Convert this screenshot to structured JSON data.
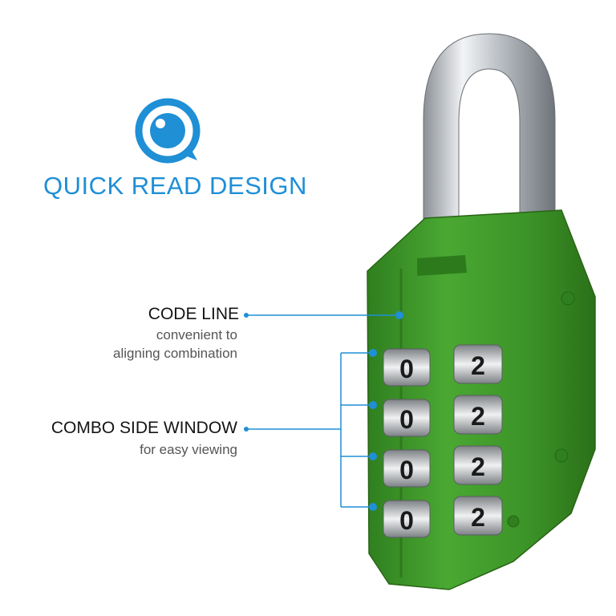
{
  "headline": {
    "text": "QUICK READ DESIGN",
    "color": "#1f8fd6",
    "icon": "eye-icon"
  },
  "callouts": {
    "code_line": {
      "title": "CODE LINE",
      "sub_line1": "convenient to",
      "sub_line2": "aligning combination"
    },
    "combo_window": {
      "title": "COMBO SIDE WINDOW",
      "sub": "for easy viewing"
    }
  },
  "lock": {
    "body_color": "#3f9a2a",
    "shackle_color": "#c9ced3",
    "dial_side_digits": [
      "0",
      "0",
      "0",
      "0"
    ],
    "dial_front_digits": [
      "2",
      "2",
      "2",
      "2"
    ]
  }
}
